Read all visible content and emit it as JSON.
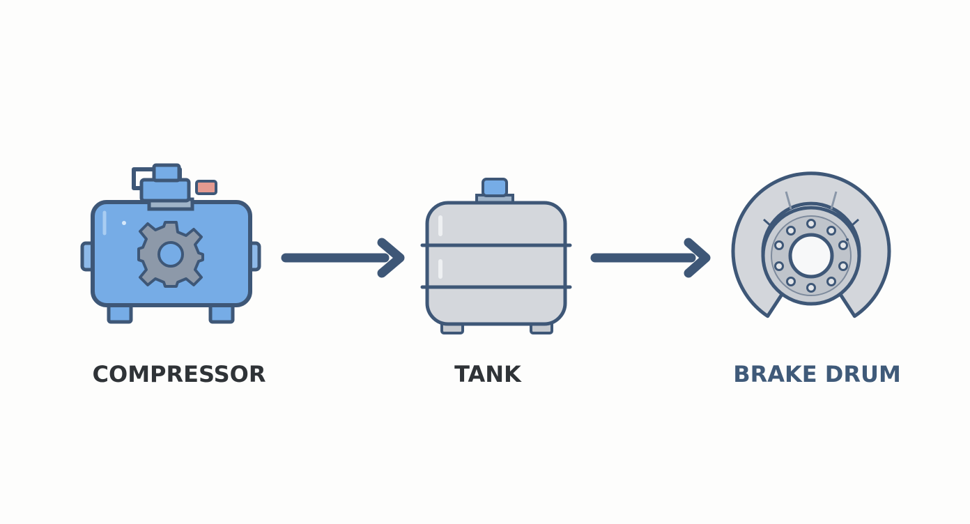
{
  "diagram": {
    "nodes": [
      {
        "id": "compressor",
        "label": "COMPRESSOR",
        "icon": "air-compressor-icon"
      },
      {
        "id": "tank",
        "label": "TANK",
        "icon": "air-tank-icon"
      },
      {
        "id": "brake_drum",
        "label": "BRAKE DRUM",
        "icon": "brake-drum-icon"
      }
    ],
    "edges": [
      {
        "from": "compressor",
        "to": "tank",
        "icon": "arrow-right-icon"
      },
      {
        "from": "tank",
        "to": "brake_drum",
        "icon": "arrow-right-icon"
      }
    ]
  },
  "colors": {
    "background": "#fdfdfc",
    "outline": "#3e5777",
    "compressor_fill": "#76ace6",
    "tank_fill": "#d4d7dc",
    "brake_fill": "#d3d6db",
    "label_dark": "#2f3337",
    "label_blue": "#3f5a79"
  }
}
